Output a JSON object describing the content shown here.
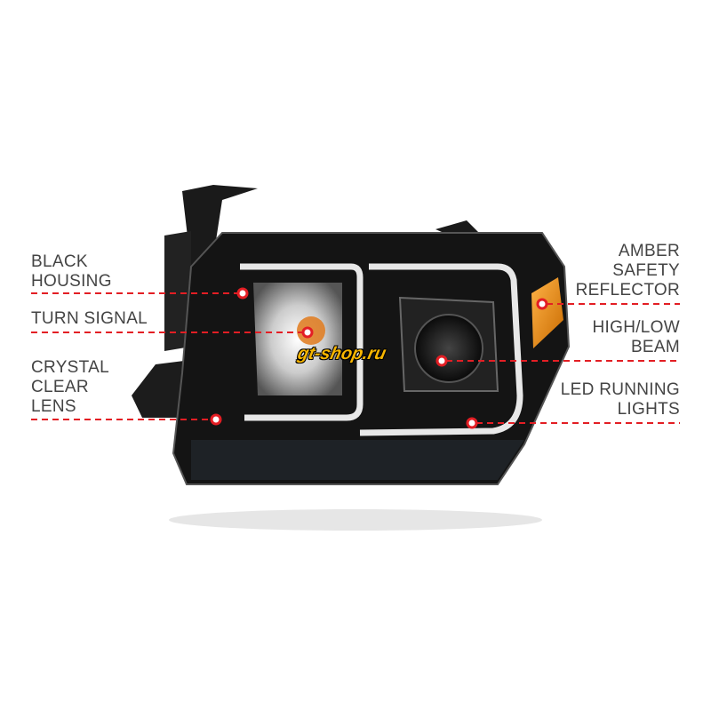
{
  "callouts": {
    "left": [
      {
        "lines": [
          "BLACK",
          "HOUSING"
        ]
      },
      {
        "lines": [
          "TURN SIGNAL"
        ]
      },
      {
        "lines": [
          "CRYSTAL",
          "CLEAR",
          "LENS"
        ]
      }
    ],
    "right": [
      {
        "lines": [
          "AMBER",
          "SAFETY",
          "REFLECTOR"
        ]
      },
      {
        "lines": [
          "HIGH/LOW",
          "BEAM"
        ]
      },
      {
        "lines": [
          "LED RUNNING",
          "LIGHTS"
        ]
      }
    ]
  },
  "watermark": "gt-shop.ru",
  "colors": {
    "callout": "#e31e24",
    "text": "#444444",
    "amber": "#f39a1e"
  }
}
